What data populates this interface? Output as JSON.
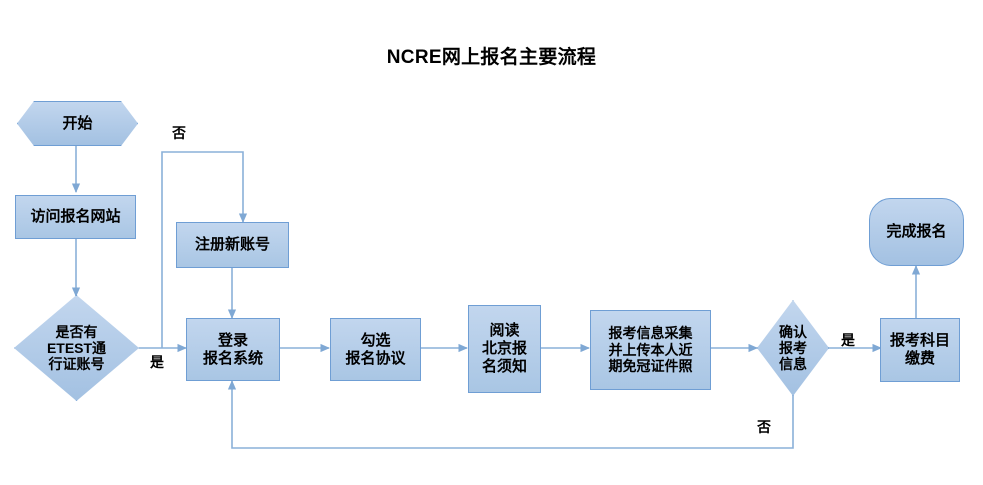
{
  "diagram": {
    "title": "NCRE网上报名主要流程",
    "accent_fill_top": "#c2d6ee",
    "accent_fill_bottom": "#a9c6e4",
    "accent_border": "#6f9ed4",
    "connector_color": "#8ab0d9",
    "background": "#ffffff",
    "nodes": [
      {
        "id": "start",
        "type": "hexagon",
        "label": "开始"
      },
      {
        "id": "visit-site",
        "type": "process",
        "label": "访问报名网站"
      },
      {
        "id": "has-account",
        "type": "decision",
        "label": "是否有\nETEST通\n行证账号"
      },
      {
        "id": "register",
        "type": "process",
        "label": "注册新账号"
      },
      {
        "id": "login",
        "type": "process",
        "label": "登录\n报名系统"
      },
      {
        "id": "agreement",
        "type": "process",
        "label": "勾选\n报名协议"
      },
      {
        "id": "read-notice",
        "type": "process",
        "label": "阅读\n北京报\n名须知"
      },
      {
        "id": "collect-info",
        "type": "process",
        "label": "报考信息采集\n并上传本人近\n期免冠证件照"
      },
      {
        "id": "confirm-info",
        "type": "decision",
        "label": "确认\n报考\n信息"
      },
      {
        "id": "pay",
        "type": "process",
        "label": "报考科目\n缴费"
      },
      {
        "id": "finish",
        "type": "terminator",
        "label": "完成报名"
      }
    ],
    "edge_labels": [
      {
        "id": "no-register",
        "label": "否"
      },
      {
        "id": "yes-login",
        "label": "是"
      },
      {
        "id": "yes-pay",
        "label": "是"
      },
      {
        "id": "no-back",
        "label": "否"
      }
    ]
  }
}
